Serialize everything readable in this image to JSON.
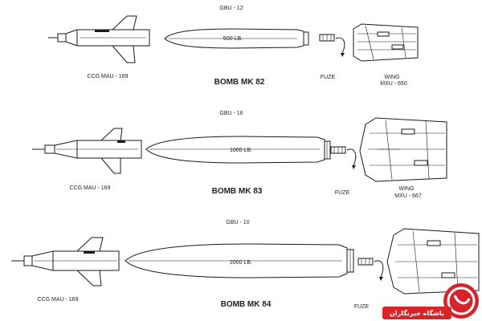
{
  "rows": [
    {
      "title": "GBU - 12",
      "guidance_label": "CCG MAU - 169",
      "bomb_label": "BOMB MK 82",
      "weight_label": "500 LB.",
      "fuze_label": "FUZE",
      "wing_label_1": "WING",
      "wing_label_2": "MXU - 650"
    },
    {
      "title": "GBU - 16",
      "guidance_label": "CCG MAU - 169",
      "bomb_label": "BOMB MK 83",
      "weight_label": "1000 LB.",
      "fuze_label": "FUZE",
      "wing_label_1": "WING",
      "wing_label_2": "MXU - 667"
    },
    {
      "title": "GBU - 10",
      "guidance_label": "CCG MAU - 169",
      "bomb_label": "BOMB MK 84",
      "weight_label": "2000 LB.",
      "fuze_label": "FUZE",
      "wing_label_1": "",
      "wing_label_2": ""
    }
  ],
  "watermark": {
    "text": "باشگاه خبرنگاران",
    "color": "#d8232a"
  }
}
